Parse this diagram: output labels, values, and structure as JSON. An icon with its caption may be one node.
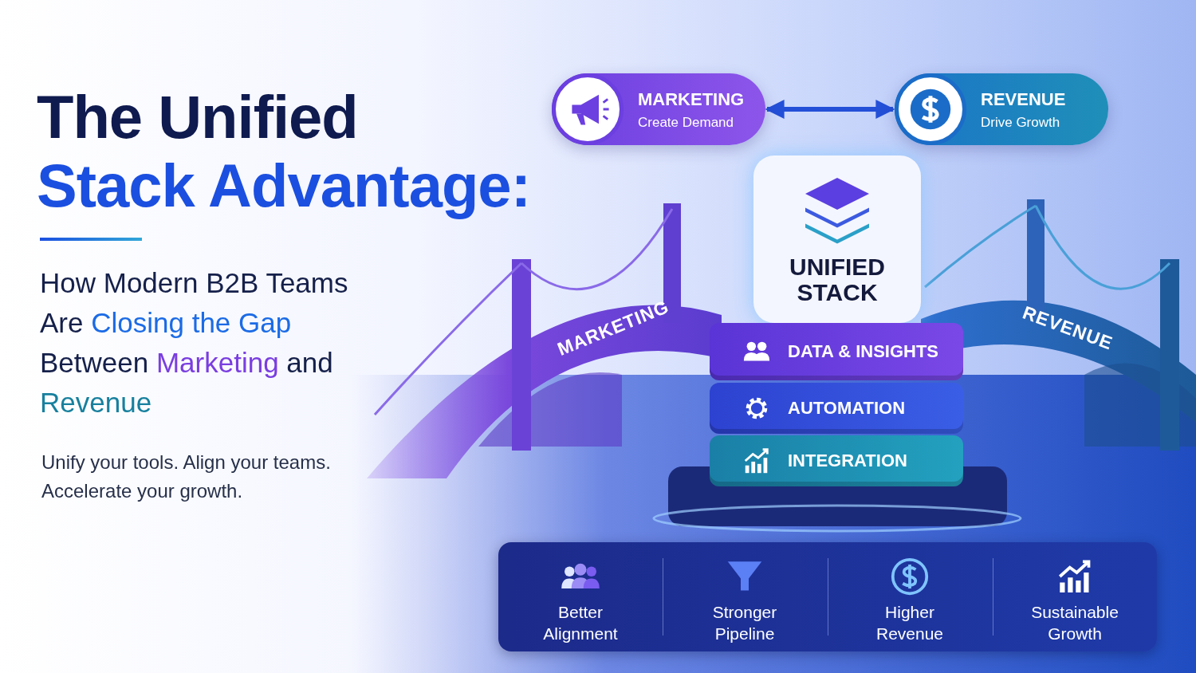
{
  "diagram": {
    "title": "The Unified **Stack Advantage:**",
    "nodes": [
      {
        "text": [
          "MARKETING",
          "Create Demand"
        ]
      },
      {
        "text": [
          "REVENUE",
          "Drive Growth"
        ]
      },
      {
        "text": [
          "UNIFIED STACK"
        ]
      },
      {
        "text": [
          "DATA & INSIGHTS"
        ]
      },
      {
        "text": [
          "AUTOMATION"
        ]
      },
      {
        "text": [
          "INTEGRATION"
        ]
      },
      {
        "text": [],
        "shape": "box"
      },
      {
        "text": [
          "Better Alignment"
        ],
        "in": 6
      },
      {
        "text": [
          "Stronger Pipeline"
        ],
        "in": 6
      },
      {
        "text": [
          "Higher Revenue"
        ],
        "in": 6
      },
      {
        "text": [
          "Sustainable Growth"
        ],
        "in": 6
      }
    ],
    "edges": [
      {
        "from": 0,
        "to": 1,
        "arrow": "both"
      }
    ],
    "labels": [
      "How Modern B2B Teams Are **Closing the Gap** Between **Marketing** and **Revenue**",
      "Unify your tools. Align your teams. Accelerate your growth.",
      "MARKETING",
      "REVENUE"
    ]
  }
}
